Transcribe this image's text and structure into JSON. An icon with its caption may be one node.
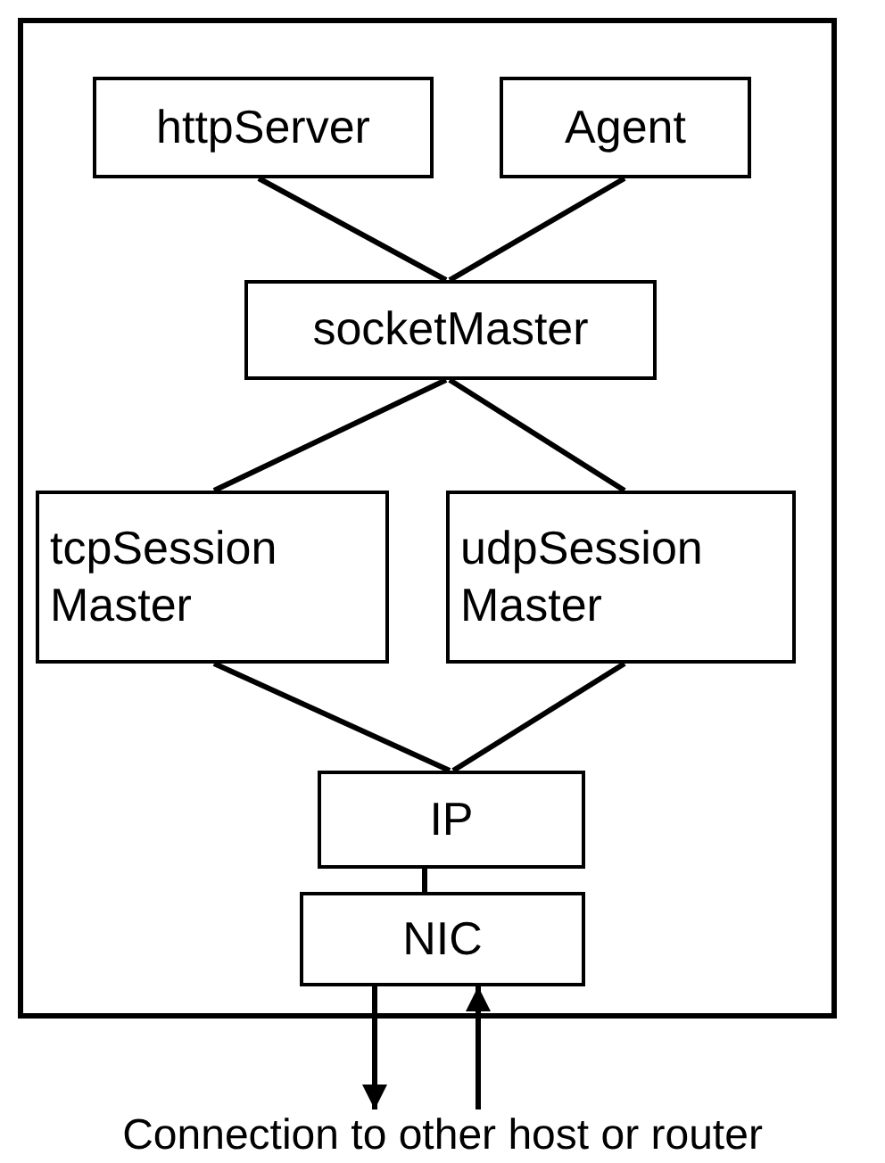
{
  "diagram": {
    "nodes": [
      {
        "text": [],
        "shape": "box"
      },
      {
        "text": [
          "httpServer"
        ],
        "in": 0
      },
      {
        "text": [
          "Agent"
        ],
        "in": 0
      },
      {
        "text": [
          "socketMaster"
        ],
        "in": 0
      },
      {
        "text": [
          "tcpSession Master"
        ],
        "in": 0
      },
      {
        "text": [
          "udpSession Master"
        ],
        "in": 0
      },
      {
        "text": [
          "IP"
        ],
        "in": 0
      },
      {
        "text": [
          "NIC"
        ],
        "in": 0
      },
      {
        "text": [
          "Connection to other host or router"
        ]
      }
    ],
    "edges": [
      {
        "from": 1,
        "to": 3,
        "arrow": "none"
      },
      {
        "from": 2,
        "to": 3,
        "arrow": "none"
      },
      {
        "from": 3,
        "to": 4,
        "arrow": "none"
      },
      {
        "from": 3,
        "to": 5,
        "arrow": "none"
      },
      {
        "from": 4,
        "to": 6,
        "arrow": "none"
      },
      {
        "from": 5,
        "to": 6,
        "arrow": "none"
      },
      {
        "from": 6,
        "to": 7,
        "arrow": "none"
      },
      {
        "from": 7,
        "to": 8,
        "arrow": "to"
      },
      {
        "from": 8,
        "to": 7,
        "arrow": "to"
      }
    ]
  }
}
